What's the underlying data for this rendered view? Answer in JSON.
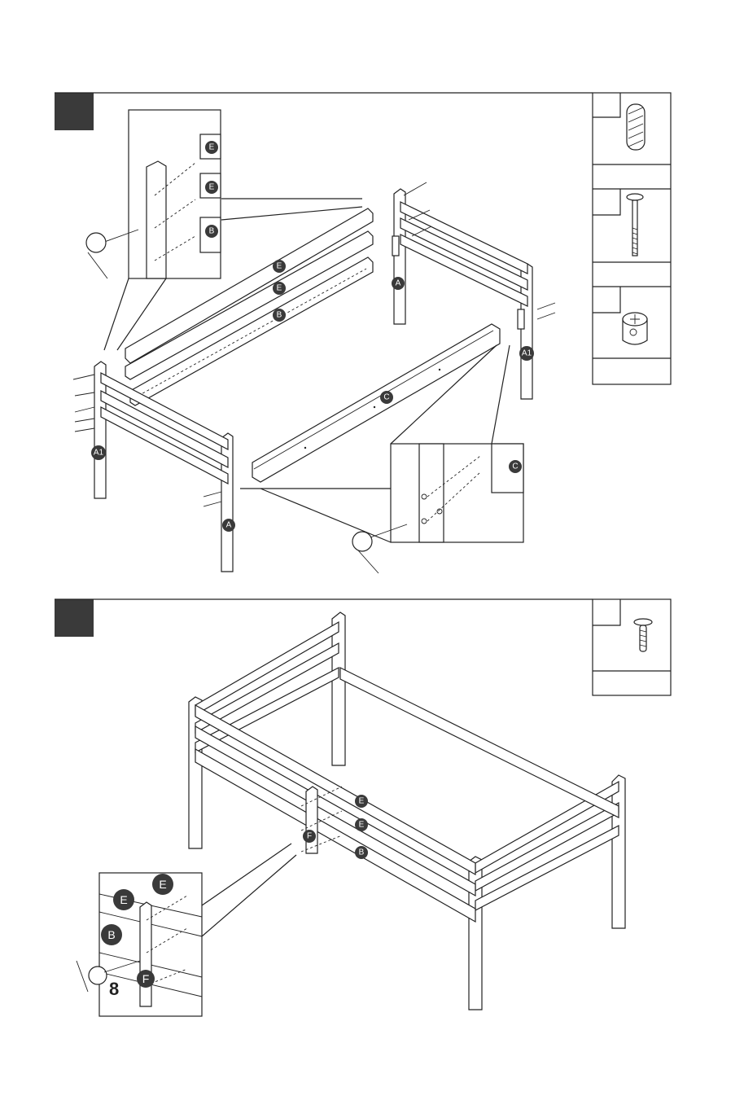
{
  "step1": {
    "parts": {
      "E1": "E",
      "E2": "E",
      "B": "B",
      "A": "A",
      "A1": "A1",
      "C": "C",
      "A_front": "A",
      "A1_front": "A1",
      "zoom_E1": "E",
      "zoom_E2": "E",
      "zoom_B": "B",
      "zoom_C": "C"
    }
  },
  "step2": {
    "parts": {
      "E1": "E",
      "E2": "E",
      "B": "B",
      "F": "F",
      "zoom_E1": "E",
      "zoom_E2": "E",
      "zoom_B": "B",
      "zoom_F": "F"
    },
    "quantity": "8"
  },
  "hardware": {
    "icons": [
      "wood-dowel-icon",
      "bolt-icon",
      "barrel-nut-icon",
      "screw-icon"
    ]
  }
}
